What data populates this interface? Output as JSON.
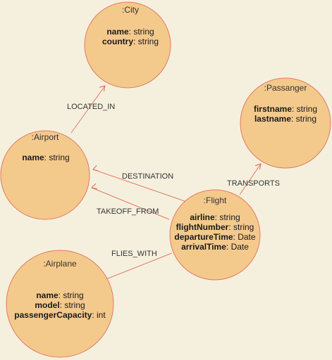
{
  "nodes": {
    "city": {
      "title": ":City",
      "props": [
        {
          "name": "name",
          "sep": ": ",
          "type": "string"
        },
        {
          "name": "country",
          "sep": ": ",
          "type": "string"
        }
      ]
    },
    "passanger": {
      "title": ":Passanger",
      "props": [
        {
          "name": "firstname",
          "sep": ": ",
          "type": "string"
        },
        {
          "name": "lastname",
          "sep": ": ",
          "type": "string"
        }
      ]
    },
    "airport": {
      "title": ":Airport",
      "props": [
        {
          "name": "name",
          "sep": ": ",
          "type": "string"
        }
      ]
    },
    "flight": {
      "title": ":Flight",
      "props": [
        {
          "name": "airline",
          "sep": ": ",
          "type": "string"
        },
        {
          "name": "flightNumber",
          "sep": ": ",
          "type": "string"
        },
        {
          "name": "departureTime",
          "sep": ": ",
          "type": "Date"
        },
        {
          "name": "arrivalTime",
          "sep": ": ",
          "type": "Date"
        }
      ]
    },
    "airplane": {
      "title": ":Airplane",
      "props": [
        {
          "name": "name",
          "sep": ": ",
          "type": "string"
        },
        {
          "name": "model",
          "sep": ": ",
          "type": "string"
        },
        {
          "name": "passengerCapacity",
          "sep": ": ",
          "type": "int"
        }
      ]
    }
  },
  "edges": {
    "located_in": {
      "label": "LOCATED_IN",
      "from": ":Airport",
      "to": ":City"
    },
    "destination": {
      "label": "DESTINATION",
      "from": ":Flight",
      "to": ":Airport"
    },
    "takeoff_from": {
      "label": "TAKEOFF_FROM",
      "from": ":Flight",
      "to": ":Airport"
    },
    "transports": {
      "label": "TRANSPORTS",
      "from": ":Flight",
      "to": ":Passanger"
    },
    "flies_with": {
      "label": "FLIES_WITH",
      "from": ":Flight",
      "to": ":Airplane"
    }
  },
  "colors": {
    "background": "#f5f0de",
    "node_fill": "#f4c98c",
    "node_stroke": "#e07b63",
    "edge": "#e07b63",
    "text": "#333333"
  }
}
